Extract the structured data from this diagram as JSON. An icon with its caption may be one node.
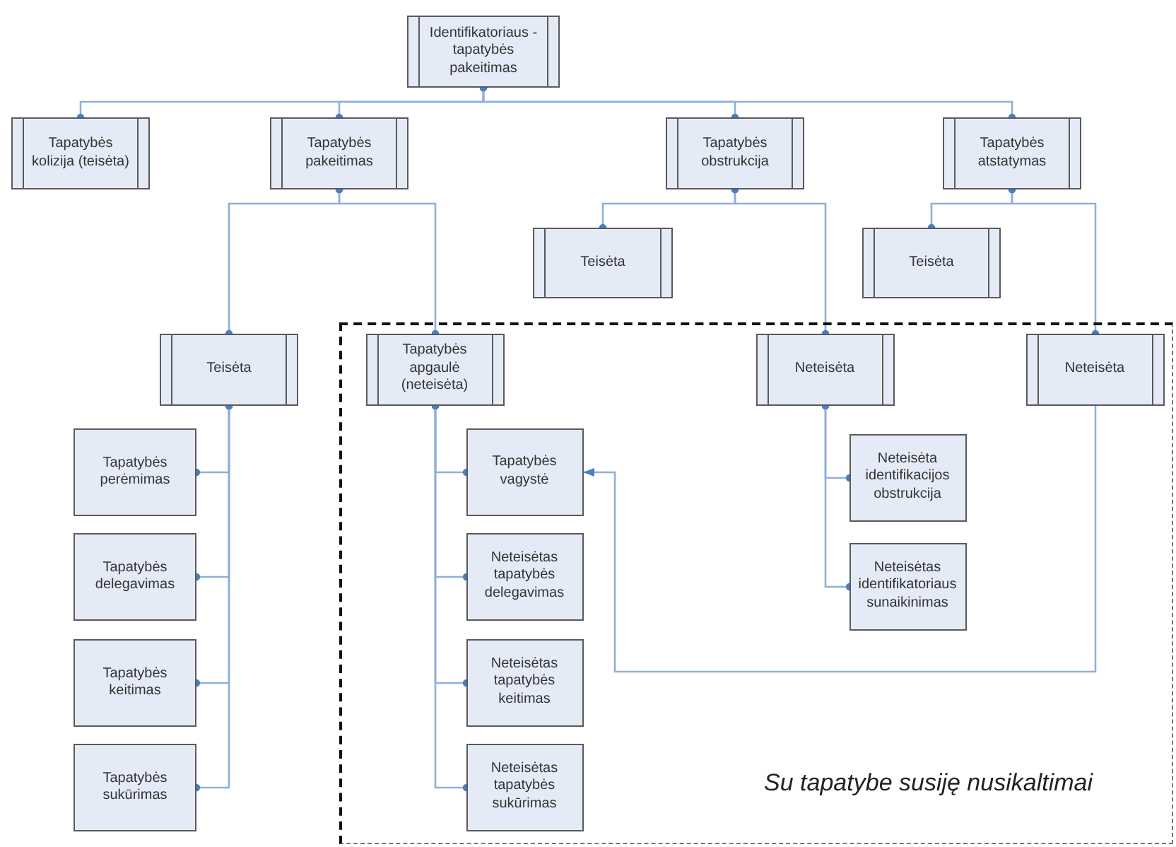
{
  "diagram": {
    "nodes": [
      {
        "text": [
          "Identifikatoriaus - tapatybės pakeitimas"
        ]
      },
      {
        "text": [
          "Tapatybės kolizija (teisėta)"
        ]
      },
      {
        "text": [
          "Tapatybės pakeitimas"
        ]
      },
      {
        "text": [
          "Tapatybės obstrukcija"
        ]
      },
      {
        "text": [
          "Tapatybės atstatymas"
        ]
      },
      {
        "text": [
          "Teisėta"
        ]
      },
      {
        "text": [
          "Teisėta"
        ]
      },
      {
        "text": [
          "Teisėta"
        ]
      },
      {
        "text": [
          "Su tapatybe susiję nusikaltimai"
        ]
      },
      {
        "text": [
          "Tapatybės apgaulė (neteisėta)"
        ],
        "in": 8
      },
      {
        "text": [
          "Neteisėta"
        ],
        "in": 8
      },
      {
        "text": [
          "Neteisėta"
        ],
        "in": 8
      },
      {
        "text": [
          "Tapatybės perėmimas"
        ]
      },
      {
        "text": [
          "Tapatybės delegavimas"
        ]
      },
      {
        "text": [
          "Tapatybės keitimas"
        ]
      },
      {
        "text": [
          "Tapatybės sukūrimas"
        ]
      },
      {
        "text": [
          "Tapatybės vagystė"
        ],
        "in": 8
      },
      {
        "text": [
          "Neteisėtas tapatybės delegavimas"
        ],
        "in": 8
      },
      {
        "text": [
          "Neteisėtas tapatybės keitimas"
        ],
        "in": 8
      },
      {
        "text": [
          "Neteisėtas tapatybės sukūrimas"
        ],
        "in": 8
      },
      {
        "text": [
          "Neteisėta identifikacijos obstrukcija"
        ],
        "in": 8
      },
      {
        "text": [
          "Neteisėtas identifikatoriaus sunaikinimas"
        ],
        "in": 8
      }
    ],
    "edges": [
      {
        "from": 0,
        "to": 1,
        "arrow": "other"
      },
      {
        "from": 0,
        "to": 2,
        "arrow": "other"
      },
      {
        "from": 0,
        "to": 3,
        "arrow": "other"
      },
      {
        "from": 0,
        "to": 4,
        "arrow": "other"
      },
      {
        "from": 2,
        "to": 7,
        "arrow": "other"
      },
      {
        "from": 2,
        "to": 9,
        "arrow": "other"
      },
      {
        "from": 3,
        "to": 5,
        "arrow": "other"
      },
      {
        "from": 3,
        "to": 10,
        "arrow": "other"
      },
      {
        "from": 4,
        "to": 6,
        "arrow": "other"
      },
      {
        "from": 4,
        "to": 11,
        "arrow": "other"
      },
      {
        "from": 7,
        "to": 12,
        "arrow": "other"
      },
      {
        "from": 7,
        "to": 13,
        "arrow": "other"
      },
      {
        "from": 7,
        "to": 14,
        "arrow": "other"
      },
      {
        "from": 7,
        "to": 15,
        "arrow": "other"
      },
      {
        "from": 9,
        "to": 16,
        "arrow": "other"
      },
      {
        "from": 9,
        "to": 17,
        "arrow": "other"
      },
      {
        "from": 9,
        "to": 18,
        "arrow": "other"
      },
      {
        "from": 9,
        "to": 19,
        "arrow": "other"
      },
      {
        "from": 10,
        "to": 20,
        "arrow": "other"
      },
      {
        "from": 10,
        "to": 21,
        "arrow": "other"
      },
      {
        "from": 11,
        "to": 16,
        "arrow": "to"
      }
    ]
  }
}
